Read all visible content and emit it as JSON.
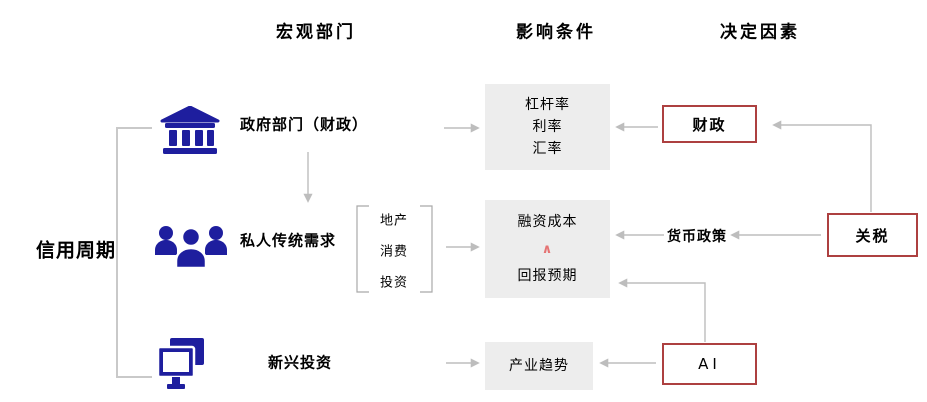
{
  "headers": {
    "col_macro": "宏观部门",
    "col_condition": "影响条件",
    "col_determinant": "决定因素"
  },
  "left_label": "信用周期",
  "rows": {
    "government": {
      "icon": "bank-icon",
      "sector": "政府部门（财政）",
      "conditions": [
        "杠杆率",
        "利率",
        "汇率"
      ],
      "determinant": "财政"
    },
    "private": {
      "icon": "people-icon",
      "sector": "私人传统需求",
      "sub_items": [
        "地产",
        "消费",
        "投资"
      ],
      "conditions": [
        "融资成本",
        "∧",
        "回报预期"
      ],
      "policy_label": "货币政策",
      "determinant": "关税"
    },
    "emerging": {
      "icon": "monitor-icon",
      "sector": "新兴投资",
      "conditions": [
        "产业趋势"
      ],
      "determinant": "AI"
    }
  },
  "colors": {
    "icon_navy": "#1e1e9e",
    "gray_box_bg": "#ededed",
    "red_box_border": "#ad4040",
    "arrow_gray": "#bdbdbd",
    "bracket_gray": "#c9c9c9",
    "caret_red": "#e57373"
  }
}
